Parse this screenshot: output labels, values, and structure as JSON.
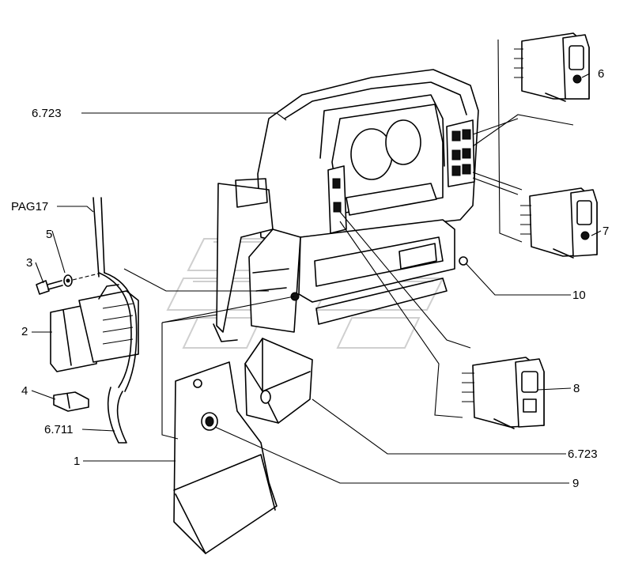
{
  "labels": {
    "dash": "6.723",
    "pag": "PAG17",
    "n5": "5",
    "n3": "3",
    "n2": "2",
    "n4": "4",
    "fuse": "6.711",
    "n1": "1",
    "n6": "6",
    "n7": "7",
    "n8": "8",
    "n10": "10",
    "bracket": "6.723",
    "n9": "9"
  },
  "icons": {
    "watermark": "faint-logo-watermark"
  }
}
